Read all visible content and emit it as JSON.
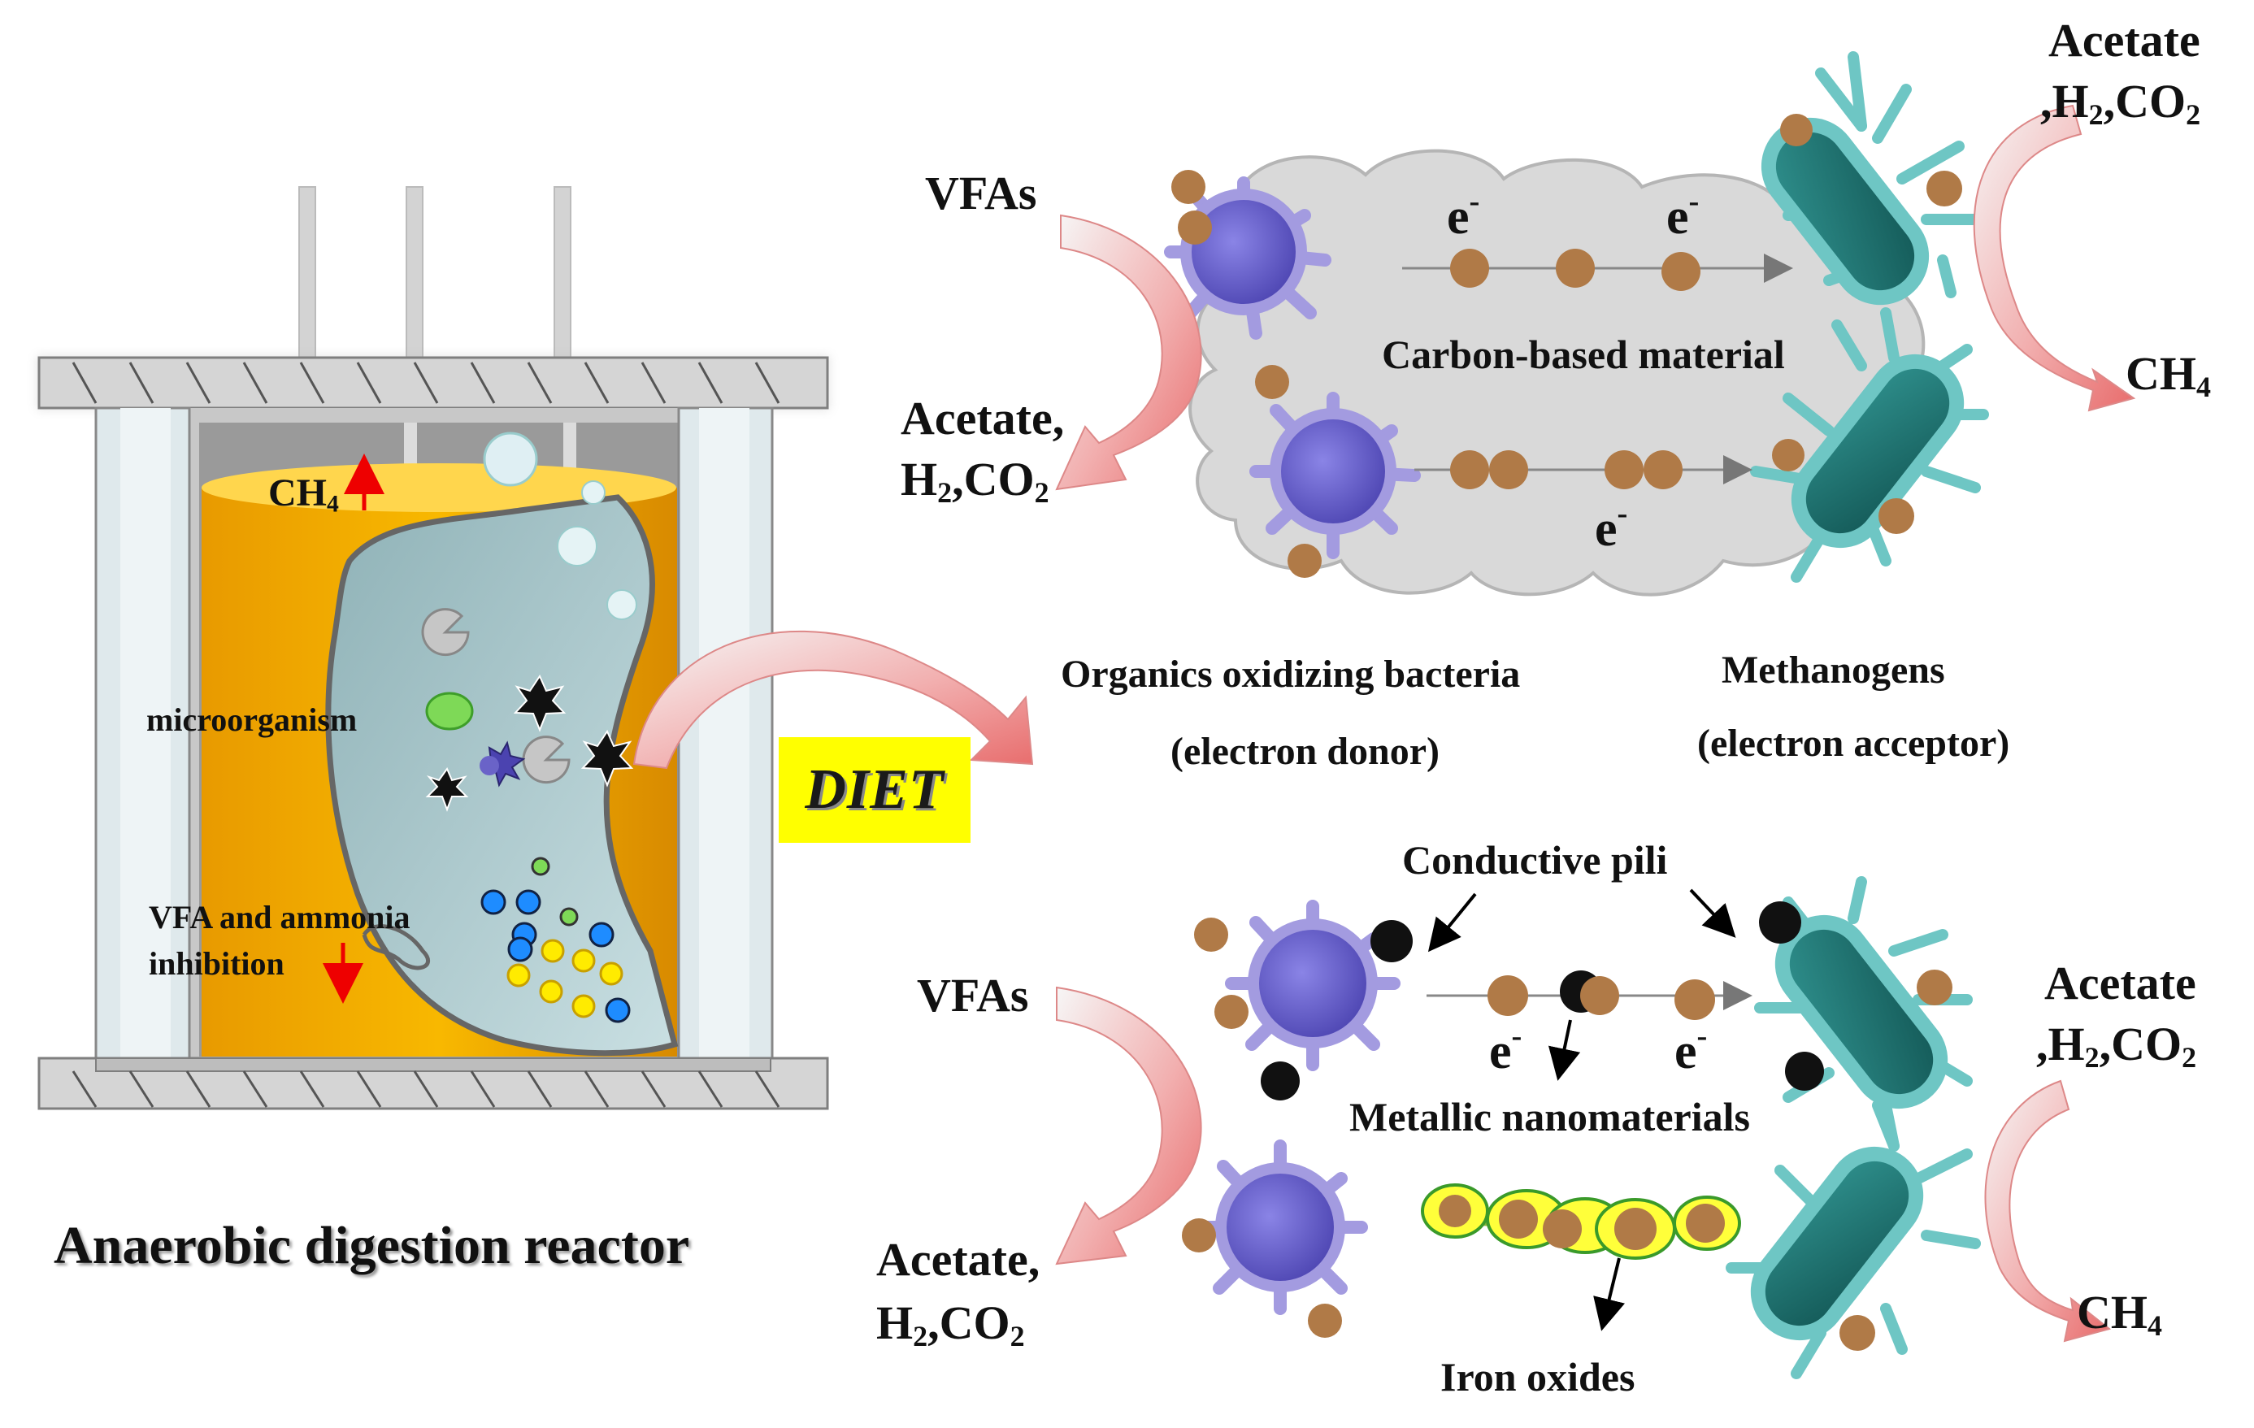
{
  "reactor": {
    "title": "Anaerobic digestion reactor",
    "ch4": "CH",
    "ch4_sub": "4",
    "microorganism": "microorganism",
    "inhibition_line1": "VFA and ammonia",
    "inhibition_line2": "inhibition"
  },
  "diet_label": "DIET",
  "top_panel": {
    "input": "VFAs",
    "output_left_line1": "Acetate,",
    "output_left_h2": "H",
    "output_left_co2": ",CO",
    "material": "Carbon-based material",
    "electron": "e",
    "electron_sup": "-",
    "output_right_line1": "Acetate",
    "output_right_h2": ",H",
    "output_right_co2": ",CO",
    "product": "CH",
    "product_sub": "4",
    "sub2": "2"
  },
  "middle": {
    "donor_title": "Organics oxidizing bacteria",
    "donor_role": "(electron donor)",
    "acceptor_title": "Methanogens",
    "acceptor_role": "(electron acceptor)"
  },
  "bottom_panel": {
    "pili": "Conductive pili",
    "input": "VFAs",
    "metallic": "Metallic nanomaterials",
    "iron": "Iron oxides",
    "output_left_line1": "Acetate,",
    "output_left_h2": "H",
    "output_left_co2": ",CO",
    "output_right_line1": "Acetate",
    "output_right_h2": ",H",
    "output_right_co2": ",CO",
    "product": "CH",
    "product_sub": "4",
    "electron": "e",
    "electron_sup": "-",
    "sub2": "2"
  },
  "colors": {
    "donor": "#6a63c8",
    "donor_spikes": "#a39be0",
    "methanogen": "#1f7a78",
    "methanogen_spikes": "#6ec6c4",
    "particle": "#b07a47",
    "liquid": "#f4b400",
    "arrow": "#f4a6a6",
    "diet_bg": "#ffff00"
  }
}
